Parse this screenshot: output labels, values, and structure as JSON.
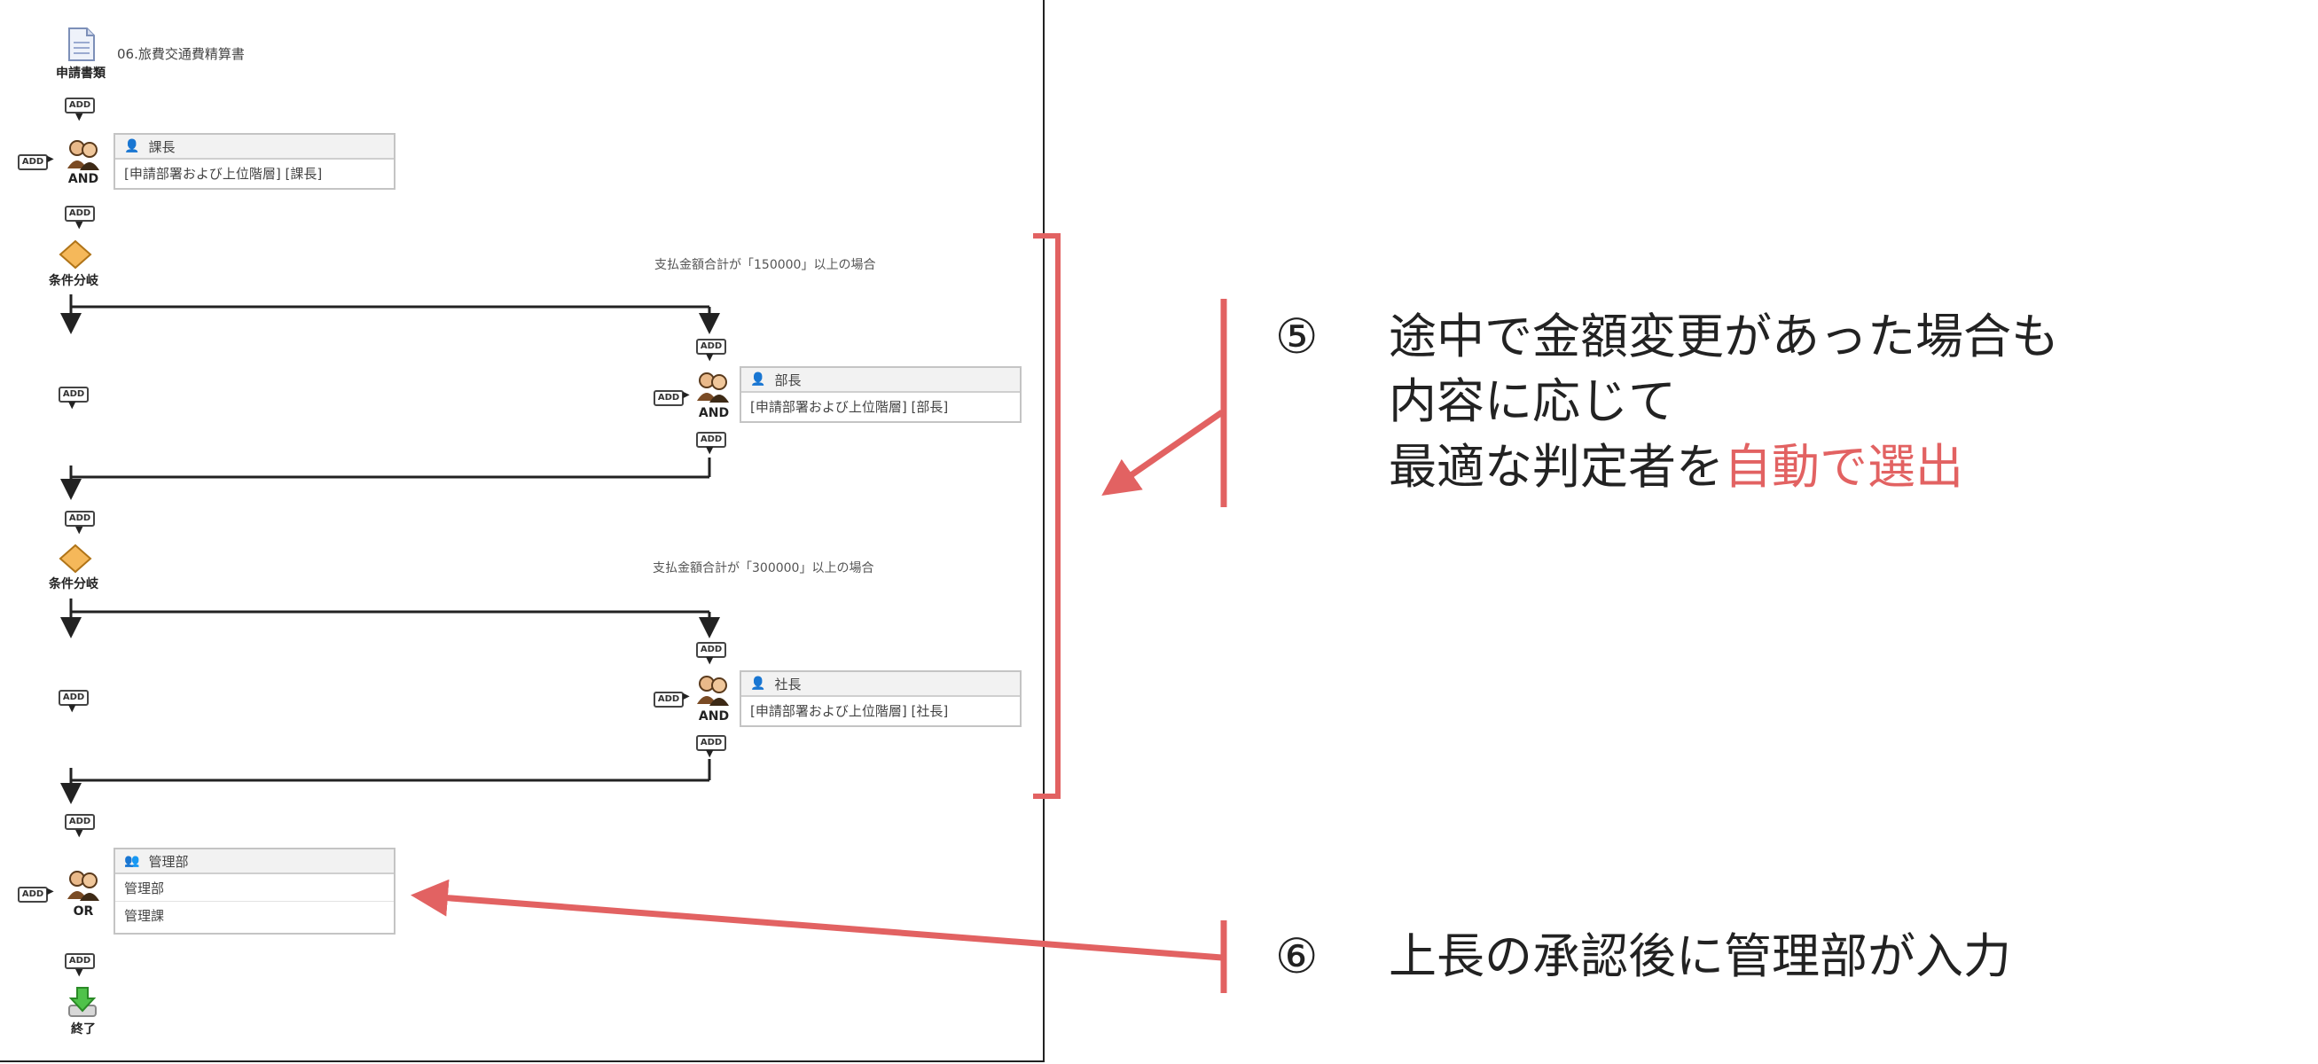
{
  "form_type_label": "申請書類",
  "form_name": "06.旅費交通費精算書",
  "add_label": "ADD",
  "nodes": {
    "and1_label": "AND",
    "branch1_label": "条件分岐",
    "and2_label": "AND",
    "branch2_label": "条件分岐",
    "and3_label": "AND",
    "or_label": "OR",
    "end_label": "終了"
  },
  "conditions": {
    "cond1": "支払金額合計が「150000」以上の場合",
    "cond2": "支払金額合計が「300000」以上の場合"
  },
  "cards": {
    "kacho": {
      "title": "課長",
      "row": "[申請部署および上位階層] [課長]"
    },
    "bucho": {
      "title": "部長",
      "row": "[申請部署および上位階層] [部長]"
    },
    "shacho": {
      "title": "社長",
      "row": "[申請部署および上位階層] [社長]"
    },
    "kanri": {
      "title": "管理部",
      "row1": "管理部",
      "row2": "管理課"
    }
  },
  "annotations": {
    "a5_num": "⑤",
    "a5_line1": "途中で金額変更があった場合も",
    "a5_line2": "内容に応じて",
    "a5_line3_plain": "最適な判定者を",
    "a5_line3_accent": "自動で選出",
    "a6_num": "⑥",
    "a6_text": "上長の承認後に管理部が入力"
  },
  "colors": {
    "accent": "#e26262",
    "line": "#222222"
  }
}
